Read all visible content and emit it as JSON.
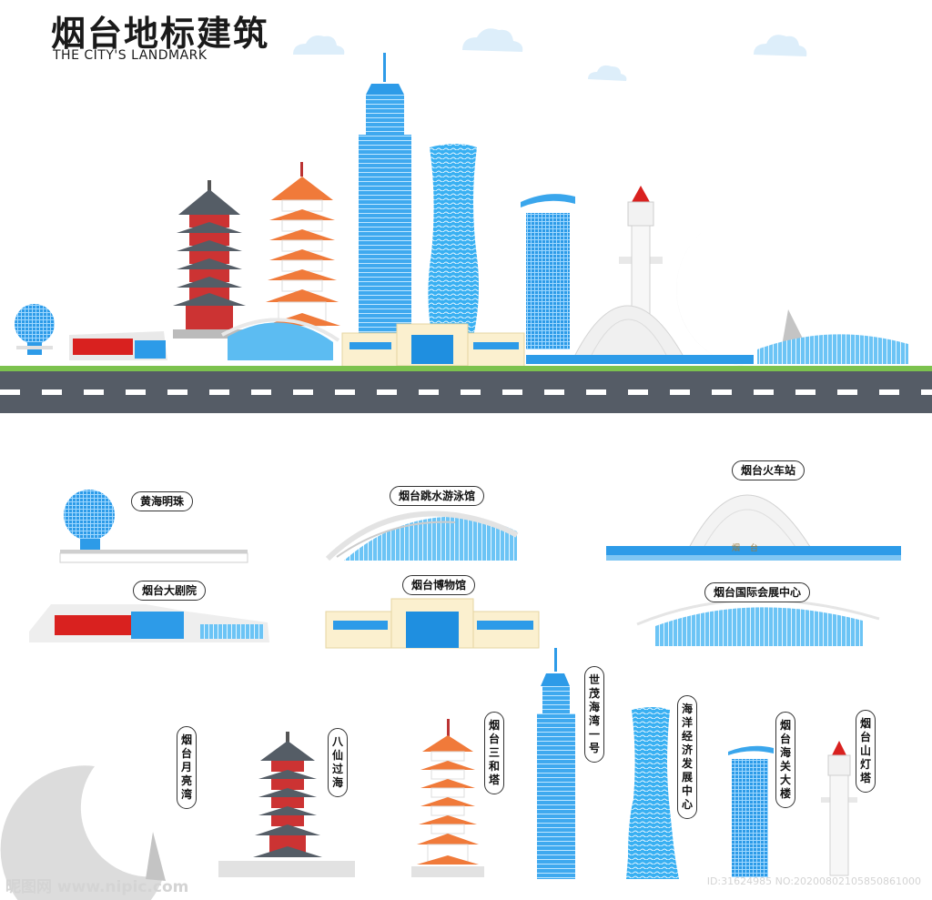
{
  "header": {
    "title": "烟台地标建筑",
    "subtitle": "THE CITY'S LANDMARK"
  },
  "colors": {
    "sky_blue": "#4fb6f0",
    "deep_blue": "#1f8fe0",
    "orange": "#f07a3a",
    "red": "#d9211f",
    "grass": "#7cc24e",
    "road": "#555c66",
    "cream": "#fbf0cf",
    "grey_moon": "#d9d9d9"
  },
  "labels": {
    "huanghai": "黄海明珠",
    "tiaoshui": "烟台跳水游泳馆",
    "huoche": "烟台火车站",
    "dajuyuan": "烟台大剧院",
    "bowuguan": "烟台博物馆",
    "huizhan": "烟台国际会展中心",
    "yueliang": "烟台月亮湾",
    "baxian": "八仙过海",
    "sanhe": "烟台三和塔",
    "shimao": "世茂海湾一号",
    "haiyang": "海洋经济发展中心",
    "haiguan": "烟台海关大楼",
    "dengta": "烟台山灯塔"
  },
  "station_sign": "烟　台",
  "watermark": {
    "left": "昵图网 www.nipic.com",
    "right": "ID:31624985 NO:20200802105850861000"
  }
}
